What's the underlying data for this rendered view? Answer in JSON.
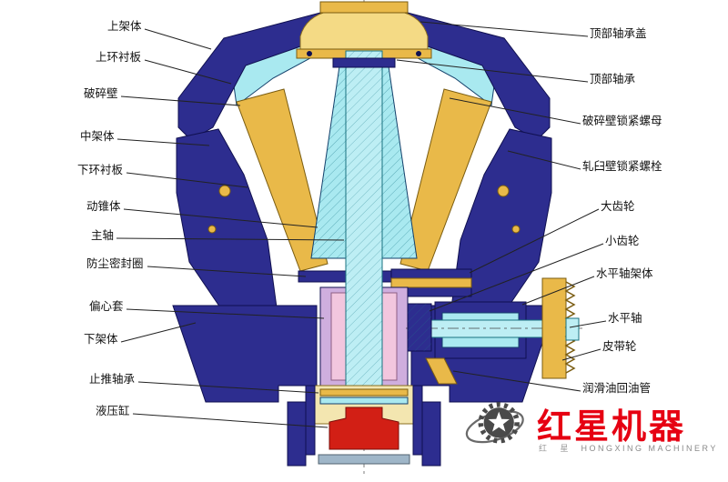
{
  "labels": {
    "left": [
      {
        "text": "上架体"
      },
      {
        "text": "上环衬板"
      },
      {
        "text": "破碎壁"
      },
      {
        "text": "中架体"
      },
      {
        "text": "下环衬板"
      },
      {
        "text": "动锥体"
      },
      {
        "text": "主轴"
      },
      {
        "text": "防尘密封圈"
      },
      {
        "text": "偏心套"
      },
      {
        "text": "下架体"
      },
      {
        "text": "止推轴承"
      },
      {
        "text": "液压缸"
      }
    ],
    "right": [
      {
        "text": "顶部轴承盖"
      },
      {
        "text": "顶部轴承"
      },
      {
        "text": "破碎壁锁紧螺母"
      },
      {
        "text": "轧臼壁锁紧螺栓"
      },
      {
        "text": "大齿轮"
      },
      {
        "text": "小齿轮"
      },
      {
        "text": "水平轴架体"
      },
      {
        "text": "水平轴"
      },
      {
        "text": "皮带轮"
      },
      {
        "text": "润滑油回油管"
      }
    ]
  },
  "logo": {
    "icon": "gear-star-icon",
    "brand": "红星机器",
    "cn_small": "红 星",
    "subtitle": "HONGXING MACHINERY"
  },
  "colors": {
    "frame_navy": "#2d2d8f",
    "part_cyan": "#a9e9f0",
    "shaft_cyan": "#bdeef4",
    "part_gold": "#e9b949",
    "cap_pale": "#f4da85",
    "eccentric_lavender": "#cfaede",
    "eccentric_pink": "#f2c6de",
    "hydraulic_red": "#d21f15",
    "cream": "#f3e6b0",
    "metal_gray": "#9fb6c8",
    "brand_red": "#e60012"
  }
}
